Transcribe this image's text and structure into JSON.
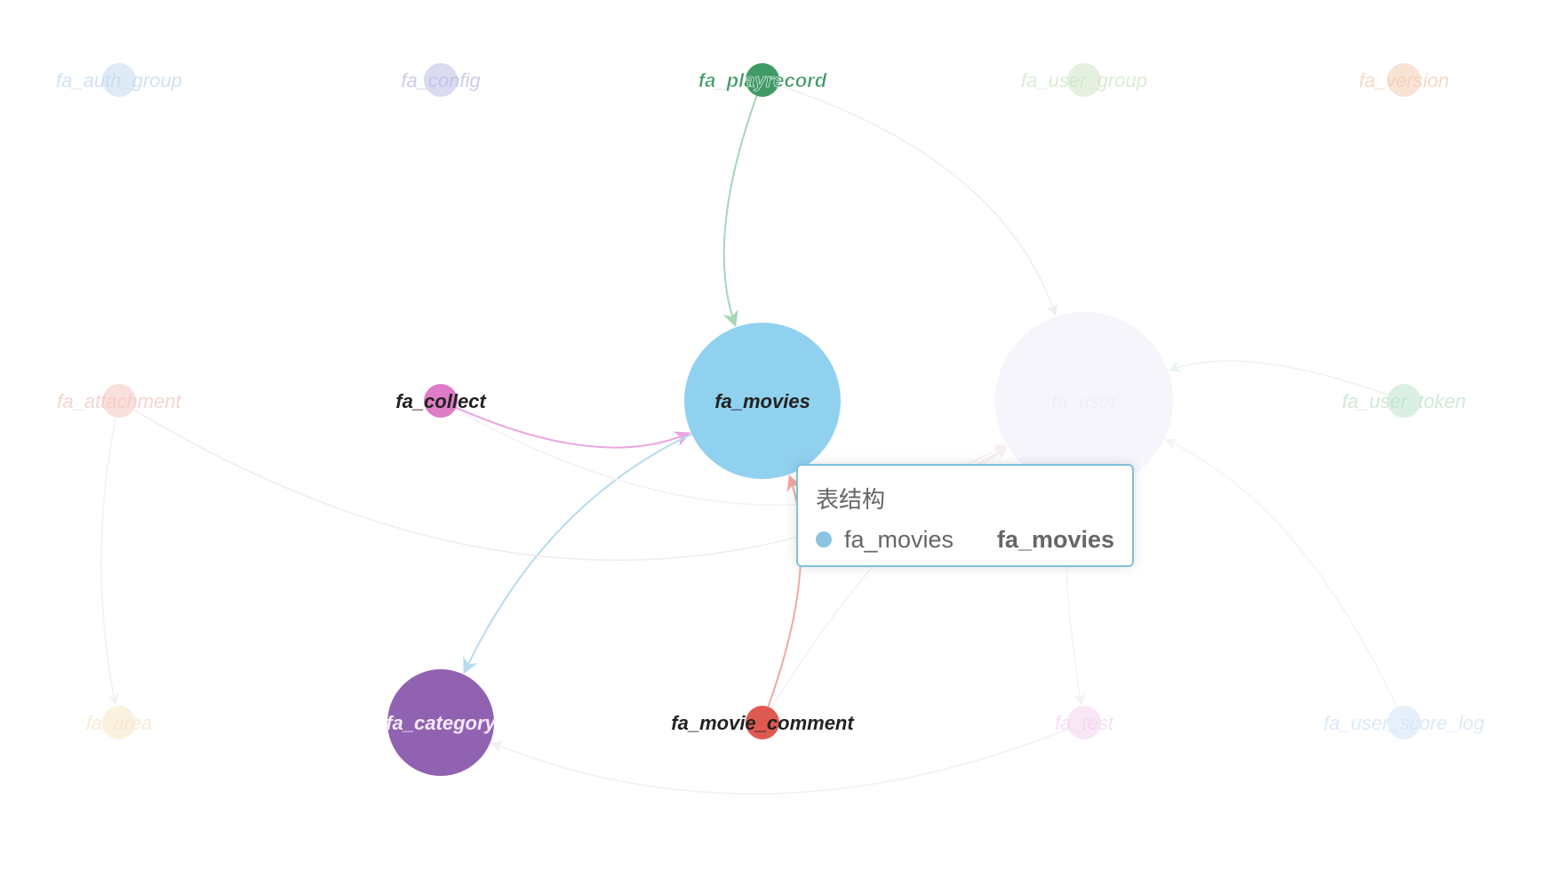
{
  "graph": {
    "nodes": [
      {
        "id": "fa_auth_group",
        "label": "fa_auth_group",
        "color": "#c2d9ef",
        "highlight": false
      },
      {
        "id": "fa_config",
        "label": "fa_config",
        "color": "#bcbce6",
        "highlight": false
      },
      {
        "id": "fa_playrecord",
        "label": "fa_playrecord",
        "color": "#3f9a66",
        "highlight": true,
        "label_color": "#3f9a66"
      },
      {
        "id": "fa_user_group",
        "label": "fa_user_group",
        "color": "#cfe6c6",
        "highlight": false
      },
      {
        "id": "fa_version",
        "label": "fa_version",
        "color": "#f3cdb4",
        "highlight": false
      },
      {
        "id": "fa_attachment",
        "label": "fa_attachment",
        "color": "#f4c7c0",
        "highlight": false
      },
      {
        "id": "fa_collect",
        "label": "fa_collect",
        "color": "#de7cc7",
        "highlight": true,
        "label_color": "#222222"
      },
      {
        "id": "fa_movies",
        "label": "fa_movies",
        "color": "#90d1ef",
        "highlight": true,
        "label_color": "#222222"
      },
      {
        "id": "fa_user",
        "label": "fa_user",
        "color": "#ecedf7",
        "highlight": false
      },
      {
        "id": "fa_user_token",
        "label": "fa_user_token",
        "color": "#bde3cc",
        "highlight": false
      },
      {
        "id": "fa_area",
        "label": "fa_area",
        "color": "#f8e6c6",
        "highlight": false
      },
      {
        "id": "fa_category",
        "label": "fa_category",
        "color": "#9262b2",
        "highlight": true,
        "label_color": "#f4eaf9"
      },
      {
        "id": "fa_movie_comment",
        "label": "fa_movie_comment",
        "color": "#de5a50",
        "highlight": true,
        "label_color": "#222222"
      },
      {
        "id": "fa_test",
        "label": "fa_test",
        "color": "#f4d3ee",
        "highlight": false
      },
      {
        "id": "fa_user_score_log",
        "label": "fa_user_score_log",
        "color": "#d0e4f5",
        "highlight": false
      }
    ],
    "edges": [
      {
        "source": "fa_playrecord",
        "target": "fa_movies",
        "color": "#a6d6b8",
        "highlight": true
      },
      {
        "source": "fa_collect",
        "target": "fa_movies",
        "color": "#eaa6de",
        "highlight": true
      },
      {
        "source": "fa_movie_comment",
        "target": "fa_movies",
        "color": "#efa9a1",
        "highlight": true
      },
      {
        "source": "fa_movies",
        "target": "fa_category",
        "color": "#b7dbee",
        "highlight": true
      },
      {
        "source": "fa_playrecord",
        "target": "fa_user",
        "color": "#eeeeee",
        "highlight": false
      },
      {
        "source": "fa_attachment",
        "target": "fa_user",
        "color": "#f4ebeb",
        "highlight": false
      },
      {
        "source": "fa_collect",
        "target": "fa_user",
        "color": "#f7eef4",
        "highlight": false
      },
      {
        "source": "fa_movie_comment",
        "target": "fa_user",
        "color": "#f4f0f0",
        "highlight": false
      },
      {
        "source": "fa_user_token",
        "target": "fa_user",
        "color": "#eaf4ee",
        "highlight": false
      },
      {
        "source": "fa_user_score_log",
        "target": "fa_user",
        "color": "#f1f3f5",
        "highlight": false
      },
      {
        "source": "fa_test",
        "target": "fa_category",
        "color": "#f4eef4",
        "highlight": false
      },
      {
        "source": "fa_attachment",
        "target": "fa_area",
        "color": "#f4f0f0",
        "highlight": false
      },
      {
        "source": "fa_user",
        "target": "fa_test",
        "color": "#f3f3f3",
        "highlight": false
      }
    ]
  },
  "tooltip": {
    "title": "表结构",
    "series_name": "fa_movies",
    "value": "fa_movies",
    "dot_color": "#8cc4e2"
  }
}
